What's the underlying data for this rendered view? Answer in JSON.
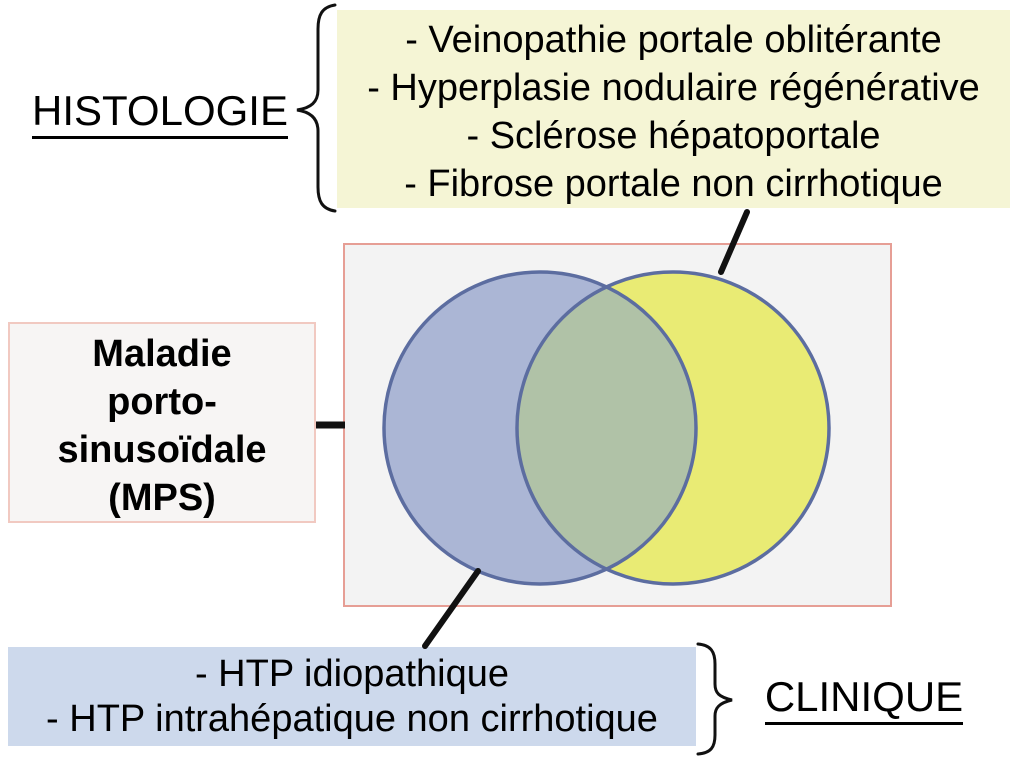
{
  "diagram": {
    "histology": {
      "label": "HISTOLOGIE",
      "items": [
        "- Veinopathie portale oblitérante",
        "- Hyperplasie nodulaire régénérative",
        "- Sclérose hépatoportale",
        "- Fibrose portale non cirrhotique"
      ]
    },
    "clinical": {
      "label": "CLINIQUE",
      "items": [
        "- HTP idiopathique",
        "- HTP intrahépatique non cirrhotique"
      ]
    },
    "center_entity": {
      "lines": [
        "Maladie",
        "porto-",
        "sinusoïdale",
        "(MPS)"
      ]
    }
  },
  "colors": {
    "histology_box_bg": "#f5f5d5",
    "clinical_box_bg": "#cdd9ec",
    "mps_box_bg": "#f7f5f4",
    "mps_box_border": "#f1c9c1",
    "venn_panel_bg": "#f3f3f3",
    "venn_panel_border": "#e69e95",
    "left_circle_fill": "#abb6d5",
    "right_circle_fill": "#e9eb74",
    "overlap_fill": "#b0c2a7",
    "circle_stroke": "#5c6da0",
    "connector_color": "#111111",
    "text_color": "#000000"
  }
}
